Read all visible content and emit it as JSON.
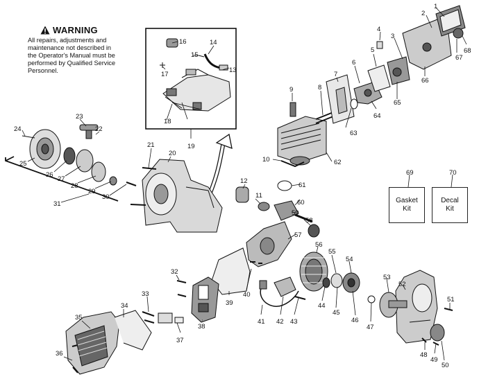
{
  "warning": {
    "title": "WARNING",
    "lines": [
      "All repairs, adjustments and",
      "maintenance not described in",
      "the Operator's Manual must be",
      "performed by Qualified Service",
      "Personnel."
    ]
  },
  "kits": [
    {
      "number": "69",
      "line1": "Gasket",
      "line2": "Kit"
    },
    {
      "number": "70",
      "line1": "Decal",
      "line2": "Kit"
    }
  ],
  "callouts": [
    "1",
    "2",
    "3",
    "4",
    "5",
    "6",
    "7",
    "8",
    "9",
    "10",
    "11",
    "12",
    "13",
    "14",
    "15",
    "16",
    "17",
    "18",
    "19",
    "20",
    "21",
    "22",
    "23",
    "24",
    "25",
    "26",
    "27",
    "28",
    "29",
    "30",
    "31",
    "33",
    "32",
    "34",
    "35",
    "36",
    "37",
    "38",
    "39",
    "40",
    "41",
    "42",
    "43",
    "44",
    "45",
    "46",
    "47",
    "48",
    "49",
    "50",
    "51",
    "52",
    "53",
    "54",
    "55",
    "56",
    "57",
    "58",
    "59",
    "60",
    "61",
    "62",
    "63",
    "64",
    "65",
    "66",
    "67",
    "68"
  ],
  "colors": {
    "line": "#111111",
    "part_fill": "#e6e6e6",
    "part_dark": "#555555"
  }
}
